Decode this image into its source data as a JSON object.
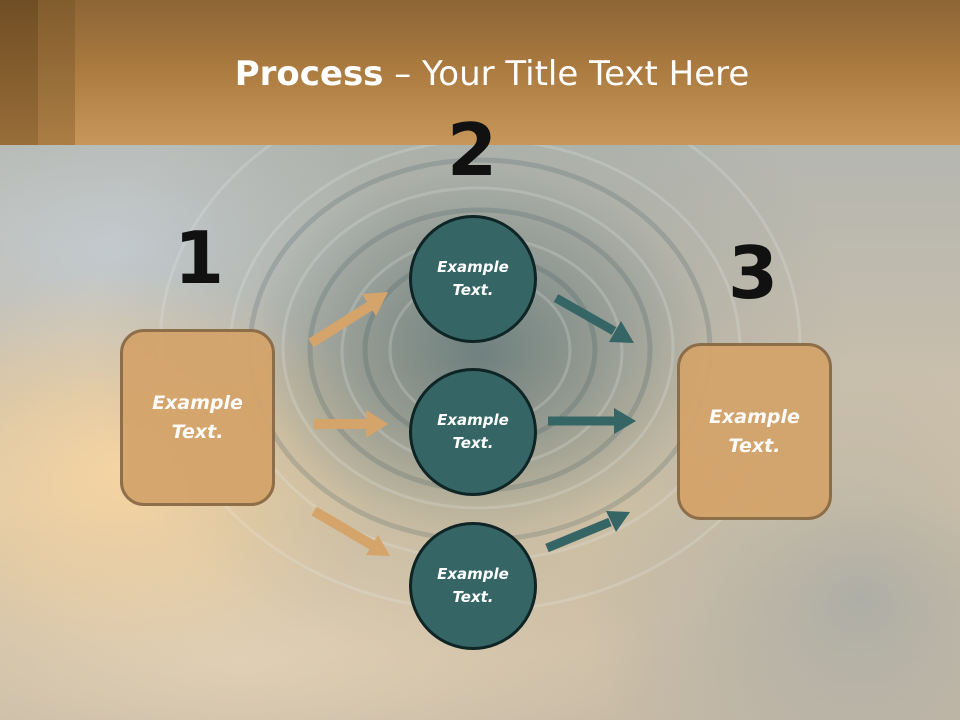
{
  "slide": {
    "title_bold": "Process",
    "title_rest": " – Your Title Text Here"
  },
  "steps": [
    {
      "number": "1",
      "text": "Example Text."
    },
    {
      "number": "2",
      "items": [
        "Example Text.",
        "Example Text.",
        "Example Text."
      ]
    },
    {
      "number": "3",
      "text": "Example Text."
    }
  ],
  "colors": {
    "header": "#c7975a",
    "box_fill": "#d4a46b",
    "circle_fill": "#356565",
    "arrow_left": "#d4a46b",
    "arrow_right": "#356565"
  }
}
